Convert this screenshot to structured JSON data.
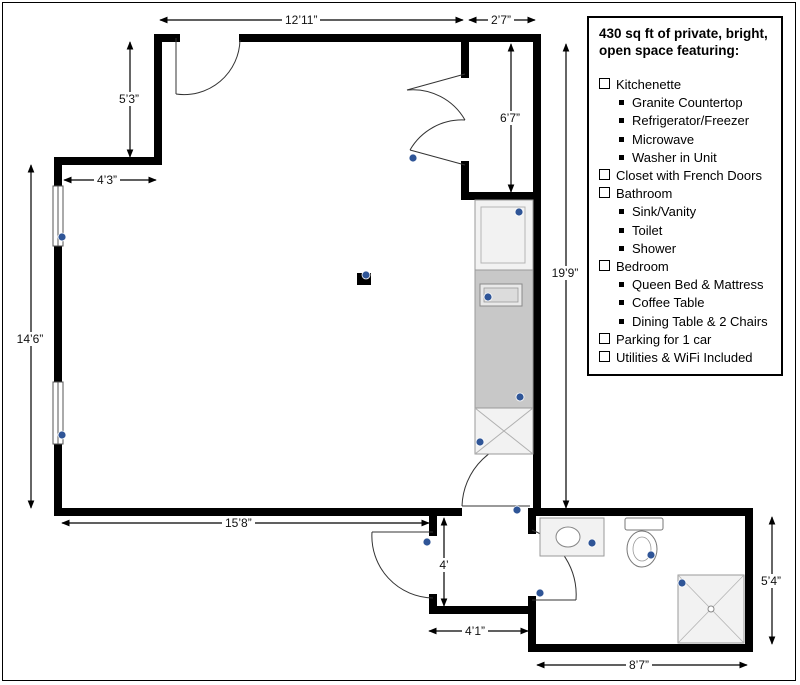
{
  "dimensions": {
    "top_main_width": "12’11”",
    "top_closet_width": "2’7”",
    "upper_left_depth": "5’3”",
    "upper_left_width": "4’3”",
    "closet_depth": "6’7”",
    "right_wall_length": "19’9”",
    "left_wall_length": "14’6”",
    "bottom_main_width": "15’8”",
    "hall_depth": "4’",
    "hall_width": "4’1”",
    "bath_depth": "5’4”",
    "bath_width": "8’7”"
  },
  "features": {
    "title": "430 sq ft of private, bright, open space featuring:",
    "items": [
      {
        "label": "Kitchenette",
        "level": 1
      },
      {
        "label": "Granite Countertop",
        "level": 2
      },
      {
        "label": "Refrigerator/Freezer",
        "level": 2
      },
      {
        "label": "Microwave",
        "level": 2
      },
      {
        "label": "Washer in Unit",
        "level": 2
      },
      {
        "label": "Closet with French Doors",
        "level": 1
      },
      {
        "label": "Bathroom",
        "level": 1
      },
      {
        "label": "Sink/Vanity",
        "level": 2
      },
      {
        "label": "Toilet",
        "level": 2
      },
      {
        "label": "Shower",
        "level": 2
      },
      {
        "label": "Bedroom",
        "level": 1
      },
      {
        "label": "Queen Bed & Mattress",
        "level": 2
      },
      {
        "label": "Coffee Table",
        "level": 2
      },
      {
        "label": "Dining Table & 2 Chairs",
        "level": 2
      },
      {
        "label": "Parking for 1 car",
        "level": 1
      },
      {
        "label": "Utilities & WiFi Included",
        "level": 1
      }
    ]
  },
  "colors": {
    "wall": "#000000",
    "counter": "#c8c8c8",
    "fixture_fill": "#f2f2f2",
    "fixture_stroke": "#9a9a9a",
    "marker": "#2f5597"
  },
  "icons": {
    "fixture_marker": "info-icon"
  }
}
